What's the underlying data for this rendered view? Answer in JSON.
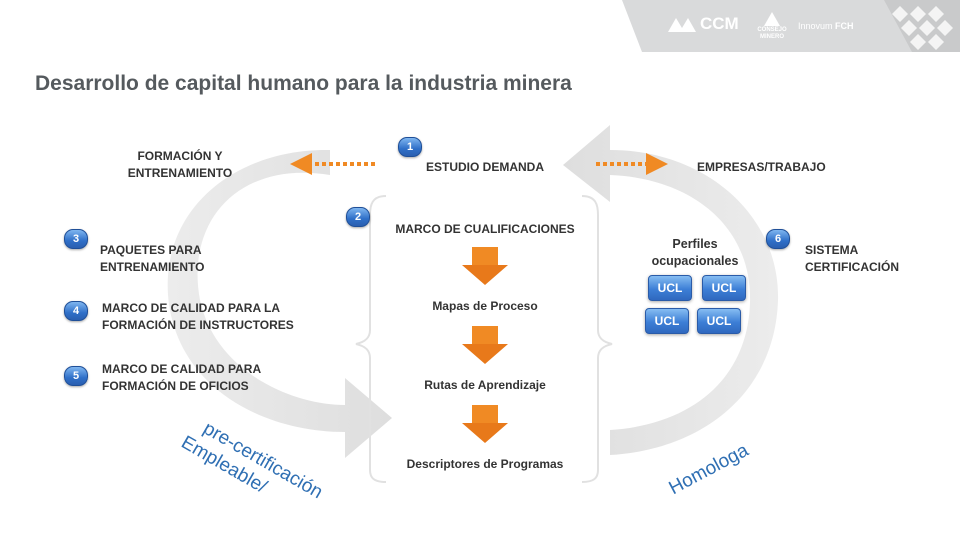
{
  "header": {
    "title": "Desarrollo de capital humano  para la industria minera",
    "logos": {
      "ccm": "CCM",
      "consejo_line1": "CONSEJO",
      "consejo_line2": "MINERO",
      "innovum": "Innovum",
      "fch": "FCH"
    }
  },
  "center": {
    "steps": [
      {
        "badge": "1",
        "label": "ESTUDIO DEMANDA"
      },
      {
        "badge": "2",
        "label": "MARCO DE CUALIFICACIONES"
      }
    ],
    "flow": [
      "Mapas de Proceso",
      "Rutas de Aprendizaje",
      "Descriptores de Programas"
    ]
  },
  "left": {
    "top_label": "FORMACIÓN Y ENTRENAMIENTO",
    "items": [
      {
        "badge": "3",
        "label": "PAQUETES PARA ENTRENAMIENTO"
      },
      {
        "badge": "4",
        "label": "MARCO DE CALIDAD PARA LA FORMACIÓN DE INSTRUCTORES"
      },
      {
        "badge": "5",
        "label": "MARCO DE CALIDAD PARA FORMACIÓN DE OFICIOS"
      }
    ],
    "cycle_label_1": "Empleable/",
    "cycle_label_2": "pre-certificación"
  },
  "right": {
    "top_label": "EMPRESAS/TRABAJO",
    "profiles_label_1": "Perfiles",
    "profiles_label_2": "ocupacionales",
    "ucl": [
      "UCL",
      "UCL",
      "UCL",
      "UCL"
    ],
    "cert": {
      "badge": "6",
      "label": "SISTEMA CERTIFICACIÓN"
    },
    "cycle_label": "Homologa"
  },
  "colors": {
    "accent_orange": "#f08a24",
    "badge_blue": "#2f6fc8",
    "cycle_gray": "#e9e9e9",
    "title_gray": "#555a5e"
  }
}
